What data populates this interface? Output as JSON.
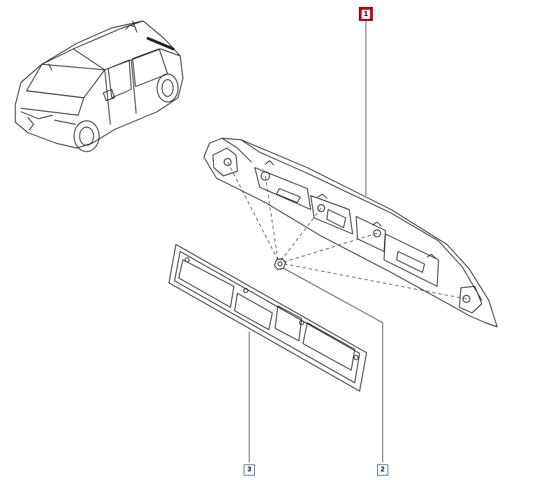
{
  "callouts": [
    {
      "id": "1",
      "label": "1",
      "style": "highlight"
    },
    {
      "id": "2",
      "label": "2",
      "style": "outline"
    },
    {
      "id": "3",
      "label": "3",
      "style": "outline"
    }
  ],
  "parts": [
    "car-overview",
    "tailgate-trim-panel",
    "gasket",
    "nut"
  ],
  "colors": {
    "line": "#222222",
    "highlight": "#e00018",
    "outline": "#2b5f86"
  }
}
